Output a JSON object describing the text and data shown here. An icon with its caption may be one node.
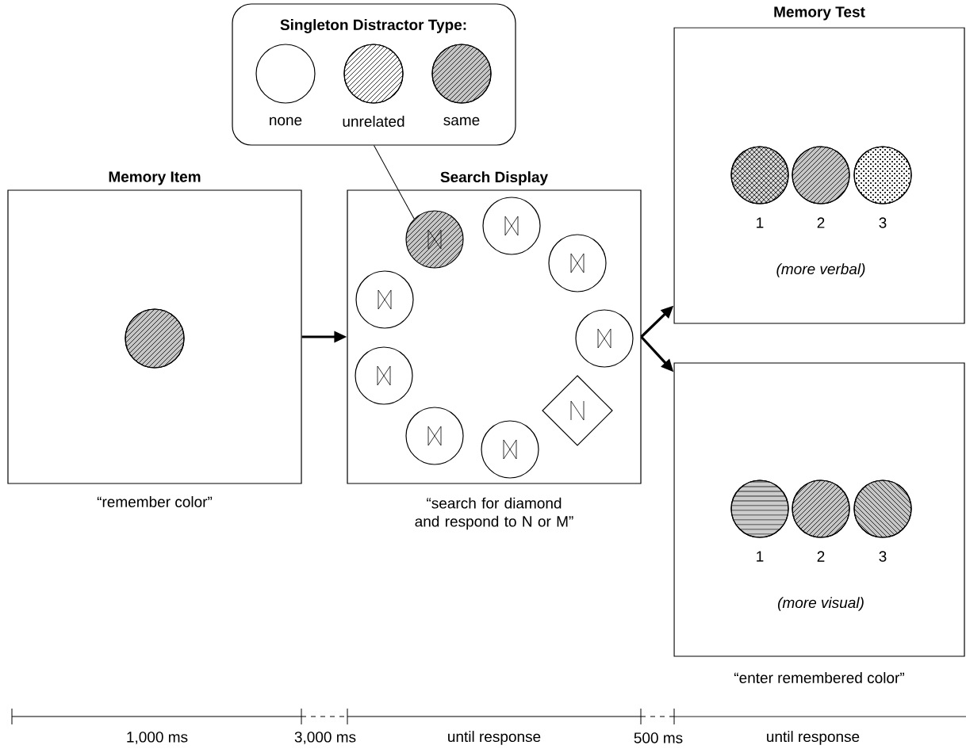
{
  "diagram": {
    "nodes": [
      {
        "text": [
          "Memory Item"
        ],
        "beside": [
          "“remember color”"
        ]
      },
      {
        "text": [
          "Search Display"
        ],
        "beside": [
          "“search for diamond and respond to N or M”"
        ]
      },
      {
        "text": [
          "Singleton Distractor Type:",
          "none",
          "unrelated",
          "same"
        ]
      },
      {
        "text": [
          "Memory Test",
          "1",
          "2",
          "3",
          "(more verbal)"
        ]
      },
      {
        "text": [
          "1",
          "2",
          "3",
          "(more visual)"
        ],
        "beside": [
          "“enter remembered color”"
        ]
      },
      {
        "text": [],
        "shape": "circle",
        "in": 1
      }
    ],
    "edges": [
      {
        "from": 0,
        "to": 1,
        "arrow": "to"
      },
      {
        "from": 1,
        "to": 3,
        "arrow": "to"
      },
      {
        "from": 1,
        "to": 4,
        "arrow": "to"
      },
      {
        "from": 2,
        "to": 5,
        "arrow": "none"
      }
    ],
    "labels": [
      "1,000 ms",
      "3,000 ms",
      "until response",
      "500 ms",
      "until response"
    ]
  }
}
